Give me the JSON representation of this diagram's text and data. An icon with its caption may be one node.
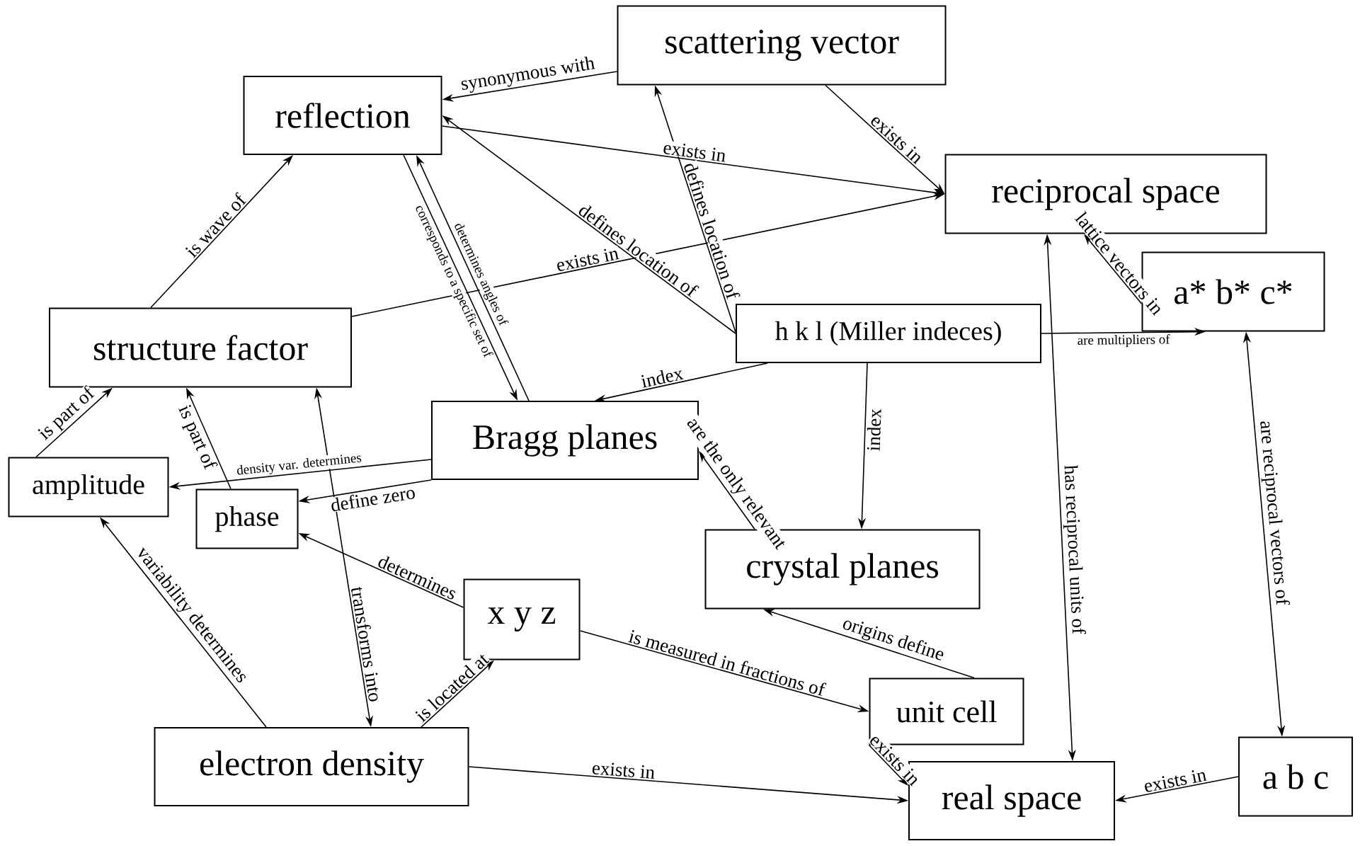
{
  "diagram": {
    "nodes": [
      {
        "text": [
          "scattering vector"
        ]
      },
      {
        "text": [
          "reflection"
        ]
      },
      {
        "text": [
          "reciprocal space"
        ]
      },
      {
        "text": [
          "a* b* c*"
        ]
      },
      {
        "text": [
          "structure factor"
        ]
      },
      {
        "text": [
          "h k l (Miller indeces)"
        ]
      },
      {
        "text": [
          "Bragg planes"
        ]
      },
      {
        "text": [
          "amplitude"
        ]
      },
      {
        "text": [
          "phase"
        ]
      },
      {
        "text": [
          "crystal planes"
        ]
      },
      {
        "text": [
          "x y z"
        ]
      },
      {
        "text": [
          "unit cell"
        ]
      },
      {
        "text": [
          "electron density"
        ]
      },
      {
        "text": [
          "real space"
        ]
      },
      {
        "text": [
          "a b c"
        ]
      }
    ],
    "edges": [
      {
        "from": 0,
        "to": 1,
        "arrow": "to",
        "label": "synonymous with"
      },
      {
        "from": 0,
        "to": 2,
        "arrow": "to",
        "label": "exists in"
      },
      {
        "from": 1,
        "to": 2,
        "arrow": "to",
        "label": "exists in"
      },
      {
        "from": 4,
        "to": 1,
        "arrow": "to",
        "label": "is wave of"
      },
      {
        "from": 4,
        "to": 2,
        "arrow": "to",
        "label": "exists in"
      },
      {
        "from": 1,
        "to": 6,
        "arrow": "to",
        "label": "corresponds to a specific set of"
      },
      {
        "from": 6,
        "to": 1,
        "arrow": "to",
        "label": "determines angles of"
      },
      {
        "from": 5,
        "to": 1,
        "arrow": "to",
        "label": "defines location of"
      },
      {
        "from": 5,
        "to": 0,
        "arrow": "to",
        "label": "defines location of"
      },
      {
        "from": 5,
        "to": 6,
        "arrow": "to",
        "label": "index"
      },
      {
        "from": 5,
        "to": 9,
        "arrow": "to",
        "label": "index"
      },
      {
        "from": 5,
        "to": 3,
        "arrow": "to",
        "label": "are multipliers of"
      },
      {
        "from": 3,
        "to": 2,
        "arrow": "to",
        "label": "lattice vectors in"
      },
      {
        "from": 7,
        "to": 4,
        "arrow": "to",
        "label": "is part of"
      },
      {
        "from": 8,
        "to": 4,
        "arrow": "to",
        "label": "is part of"
      },
      {
        "from": 6,
        "to": 7,
        "arrow": "to",
        "label": "density var. determines"
      },
      {
        "from": 6,
        "to": 8,
        "arrow": "to",
        "label": "define zero"
      },
      {
        "from": 9,
        "to": 6,
        "arrow": "to",
        "label": "are the only relevant"
      },
      {
        "from": 10,
        "to": 8,
        "arrow": "to",
        "label": "determines"
      },
      {
        "from": 12,
        "to": 7,
        "arrow": "to",
        "label": "variability determines"
      },
      {
        "from": 4,
        "to": 12,
        "arrow": "both",
        "label": "transforms into"
      },
      {
        "from": 12,
        "to": 10,
        "arrow": "to",
        "label": "is located at"
      },
      {
        "from": 10,
        "to": 11,
        "arrow": "to",
        "label": "is measured in fractions of"
      },
      {
        "from": 11,
        "to": 9,
        "arrow": "to",
        "label": "origins define"
      },
      {
        "from": 11,
        "to": 13,
        "arrow": "to",
        "label": "exists in"
      },
      {
        "from": 12,
        "to": 13,
        "arrow": "to",
        "label": "exists in"
      },
      {
        "from": 14,
        "to": 13,
        "arrow": "to",
        "label": "exists in"
      },
      {
        "from": 3,
        "to": 14,
        "arrow": "both",
        "label": "are reciprocal vectors of"
      },
      {
        "from": 2,
        "to": 13,
        "arrow": "both",
        "label": "has reciprocal units of"
      }
    ]
  }
}
